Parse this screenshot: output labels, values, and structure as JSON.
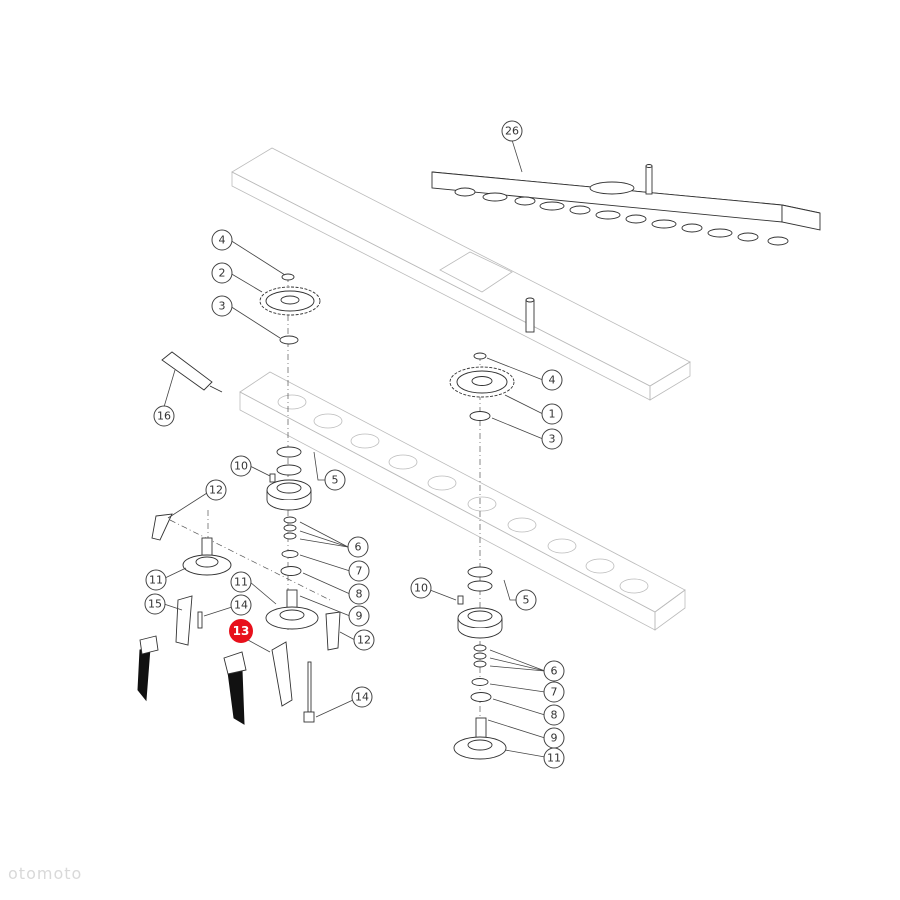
{
  "diagram": {
    "highlight": {
      "label": "13",
      "color": "#e8101b"
    },
    "callouts": [
      {
        "id": "c26",
        "label": "26"
      },
      {
        "id": "c4a",
        "label": "4"
      },
      {
        "id": "c2",
        "label": "2"
      },
      {
        "id": "c3a",
        "label": "3"
      },
      {
        "id": "c16",
        "label": "16"
      },
      {
        "id": "c4b",
        "label": "4"
      },
      {
        "id": "c1",
        "label": "1"
      },
      {
        "id": "c3b",
        "label": "3"
      },
      {
        "id": "c10a",
        "label": "10"
      },
      {
        "id": "c5a",
        "label": "5"
      },
      {
        "id": "c12a",
        "label": "12"
      },
      {
        "id": "c6a",
        "label": "6"
      },
      {
        "id": "c7a",
        "label": "7"
      },
      {
        "id": "c8a",
        "label": "8"
      },
      {
        "id": "c9a",
        "label": "9"
      },
      {
        "id": "c11a",
        "label": "11"
      },
      {
        "id": "c11b",
        "label": "11"
      },
      {
        "id": "c15",
        "label": "15"
      },
      {
        "id": "c14a",
        "label": "14"
      },
      {
        "id": "c12b",
        "label": "12"
      },
      {
        "id": "c14b",
        "label": "14"
      },
      {
        "id": "c10b",
        "label": "10"
      },
      {
        "id": "c5b",
        "label": "5"
      },
      {
        "id": "c6b",
        "label": "6"
      },
      {
        "id": "c7b",
        "label": "7"
      },
      {
        "id": "c8b",
        "label": "8"
      },
      {
        "id": "c9b",
        "label": "9"
      },
      {
        "id": "c11c",
        "label": "11"
      }
    ]
  },
  "watermark": {
    "text": "otomoto"
  },
  "icons": {
    "gear": "gear-icon",
    "disc": "disc-icon",
    "blade": "blade-icon"
  }
}
